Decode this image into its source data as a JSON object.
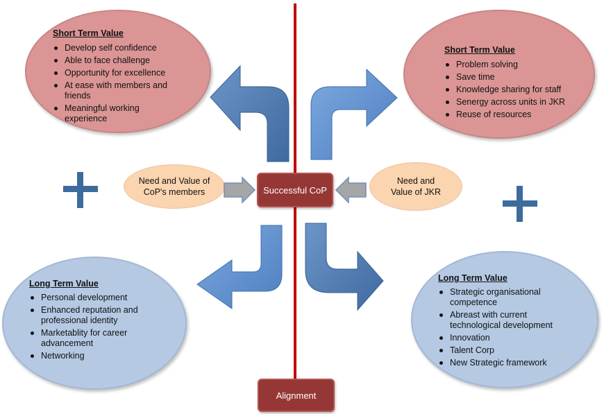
{
  "top_left": {
    "title": "Short Term Value",
    "items": [
      "Develop self confidence",
      "Able to face challenge",
      "Opportunity for excellence",
      "At ease with members and friends",
      "Meaningful working experience"
    ]
  },
  "top_right": {
    "title": "Short Term Value",
    "items": [
      "Problem solving",
      "Save time",
      "Knowledge sharing for staff",
      "Senergy across units in JKR",
      "Reuse of resources"
    ]
  },
  "bottom_left": {
    "title": "Long Term Value",
    "items": [
      "Personal development",
      "Enhanced reputation and professional identity",
      "Marketablity for career advancement",
      "Networking"
    ]
  },
  "bottom_right": {
    "title": "Long Term Value",
    "items": [
      "Strategic organisational competence",
      "Abreast with current technological  development",
      "Innovation",
      "Talent  Corp",
      "New Strategic framework"
    ]
  },
  "center": {
    "label": "Successful CoP"
  },
  "bottom_box": {
    "label": "Alignment"
  },
  "left_need": {
    "label": "Need and Value of CoP's members"
  },
  "right_need": {
    "label": "Need and Value of JKR"
  },
  "colors": {
    "pink": "#db9595",
    "blue": "#b5c9e3",
    "peach": "#fbd4b0",
    "box": "#953735",
    "line": "#c00000",
    "arrow_dark": "#4f81bd",
    "plus": "#3e6b9e"
  }
}
